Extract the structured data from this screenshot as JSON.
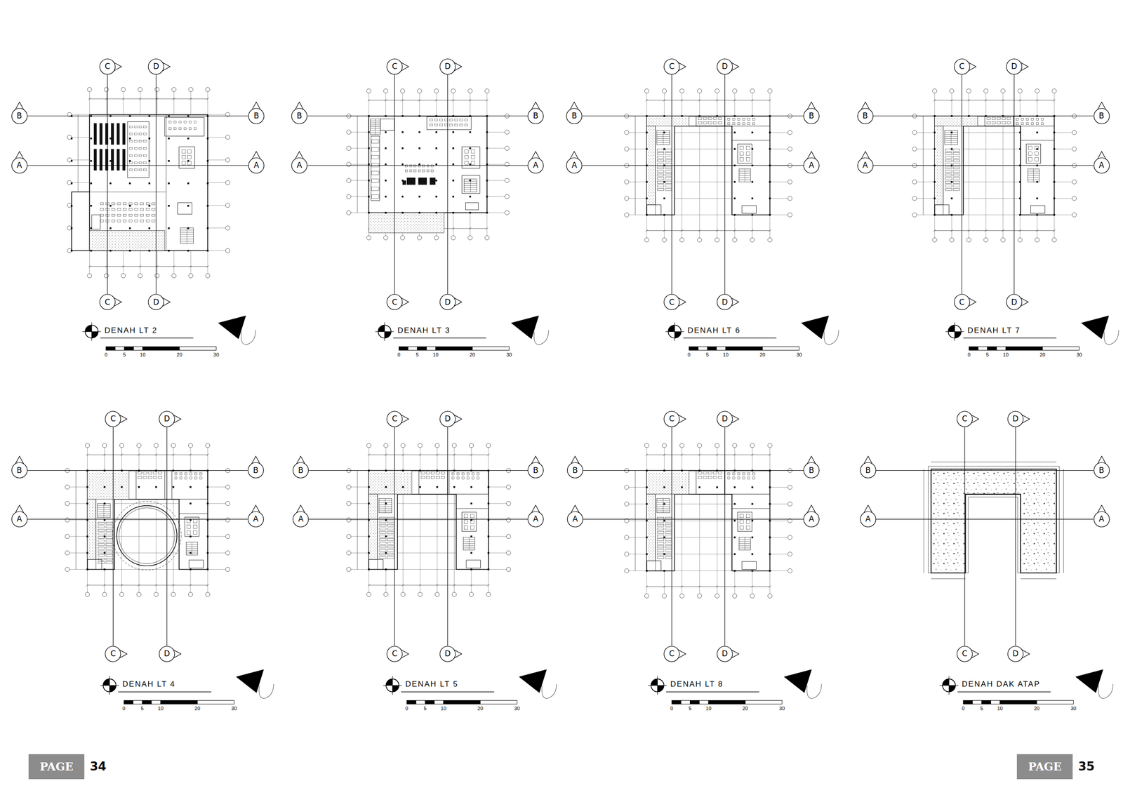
{
  "diagram": {
    "nodes": [
      {
        "text": [
          "C"
        ]
      },
      {
        "text": [
          "D"
        ]
      },
      {
        "text": [
          "B"
        ]
      },
      {
        "text": [
          "B"
        ]
      },
      {
        "text": [
          "A"
        ]
      },
      {
        "text": [
          "A"
        ]
      },
      {
        "text": [
          "C"
        ]
      },
      {
        "text": [
          "D"
        ]
      },
      {
        "text": [
          "C"
        ]
      },
      {
        "text": [
          "D"
        ]
      },
      {
        "text": [
          "B"
        ]
      },
      {
        "text": [
          "B"
        ]
      },
      {
        "text": [
          "A"
        ]
      },
      {
        "text": [
          "A"
        ]
      },
      {
        "text": [
          "C"
        ]
      },
      {
        "text": [
          "D"
        ]
      },
      {
        "text": [
          "C"
        ]
      },
      {
        "text": [
          "D"
        ]
      },
      {
        "text": [
          "B"
        ]
      },
      {
        "text": [
          "B"
        ]
      },
      {
        "text": [
          "A"
        ]
      },
      {
        "text": [
          "A"
        ]
      },
      {
        "text": [
          "C"
        ]
      },
      {
        "text": [
          "D"
        ]
      },
      {
        "text": [
          "C"
        ]
      },
      {
        "text": [
          "D"
        ]
      },
      {
        "text": [
          "B"
        ]
      },
      {
        "text": [
          "B"
        ]
      },
      {
        "text": [
          "A"
        ]
      },
      {
        "text": [
          "A"
        ]
      },
      {
        "text": [
          "C"
        ]
      },
      {
        "text": [
          "D"
        ]
      },
      {
        "text": [
          "C"
        ]
      },
      {
        "text": [
          "D"
        ]
      },
      {
        "text": [
          "B"
        ]
      },
      {
        "text": [
          "B"
        ]
      },
      {
        "text": [
          "A"
        ]
      },
      {
        "text": [
          "A"
        ]
      },
      {
        "text": [
          "C"
        ]
      },
      {
        "text": [
          "D"
        ]
      },
      {
        "text": [
          "C"
        ]
      },
      {
        "text": [
          "D"
        ]
      },
      {
        "text": [
          "B"
        ]
      },
      {
        "text": [
          "B"
        ]
      },
      {
        "text": [
          "A"
        ]
      },
      {
        "text": [
          "A"
        ]
      },
      {
        "text": [
          "C"
        ]
      },
      {
        "text": [
          "D"
        ]
      },
      {
        "text": [
          "C"
        ]
      },
      {
        "text": [
          "D"
        ]
      },
      {
        "text": [
          "B"
        ]
      },
      {
        "text": [
          "B"
        ]
      },
      {
        "text": [
          "A"
        ]
      },
      {
        "text": [
          "A"
        ]
      },
      {
        "text": [
          "C"
        ]
      },
      {
        "text": [
          "D"
        ]
      },
      {
        "text": [
          "C"
        ]
      },
      {
        "text": [
          "D"
        ]
      },
      {
        "text": [
          "B"
        ]
      },
      {
        "text": [
          "B"
        ]
      },
      {
        "text": [
          "A"
        ]
      },
      {
        "text": [
          "A"
        ]
      },
      {
        "text": [
          "C"
        ]
      },
      {
        "text": [
          "D"
        ]
      },
      {
        "text": [
          "PAGE",
          "34"
        ]
      },
      {
        "text": [
          "PAGE",
          "35"
        ]
      }
    ],
    "edges": [
      {
        "from": 2,
        "to": 3,
        "arrow": "none"
      },
      {
        "from": 4,
        "to": 5,
        "arrow": "none"
      },
      {
        "from": 0,
        "to": 6,
        "arrow": "none"
      },
      {
        "from": 1,
        "to": 7,
        "arrow": "none"
      },
      {
        "from": 10,
        "to": 11,
        "arrow": "none"
      },
      {
        "from": 12,
        "to": 13,
        "arrow": "none"
      },
      {
        "from": 8,
        "to": 14,
        "arrow": "none"
      },
      {
        "from": 9,
        "to": 15,
        "arrow": "none"
      },
      {
        "from": 18,
        "to": 19,
        "arrow": "none"
      },
      {
        "from": 20,
        "to": 21,
        "arrow": "none"
      },
      {
        "from": 16,
        "to": 22,
        "arrow": "none"
      },
      {
        "from": 17,
        "to": 23,
        "arrow": "none"
      },
      {
        "from": 26,
        "to": 27,
        "arrow": "none"
      },
      {
        "from": 28,
        "to": 29,
        "arrow": "none"
      },
      {
        "from": 24,
        "to": 30,
        "arrow": "none"
      },
      {
        "from": 25,
        "to": 31,
        "arrow": "none"
      },
      {
        "from": 34,
        "to": 35,
        "arrow": "none"
      },
      {
        "from": 36,
        "to": 37,
        "arrow": "none"
      },
      {
        "from": 32,
        "to": 38,
        "arrow": "none"
      },
      {
        "from": 33,
        "to": 39,
        "arrow": "none"
      },
      {
        "from": 42,
        "to": 43,
        "arrow": "none"
      },
      {
        "from": 44,
        "to": 45,
        "arrow": "none"
      },
      {
        "from": 40,
        "to": 46,
        "arrow": "none"
      },
      {
        "from": 41,
        "to": 47,
        "arrow": "none"
      },
      {
        "from": 50,
        "to": 51,
        "arrow": "none"
      },
      {
        "from": 52,
        "to": 53,
        "arrow": "none"
      },
      {
        "from": 48,
        "to": 54,
        "arrow": "none"
      },
      {
        "from": 49,
        "to": 55,
        "arrow": "none"
      },
      {
        "from": 58,
        "to": 59,
        "arrow": "none"
      },
      {
        "from": 60,
        "to": 61,
        "arrow": "none"
      },
      {
        "from": 56,
        "to": 62,
        "arrow": "none"
      },
      {
        "from": 57,
        "to": 63,
        "arrow": "none"
      }
    ],
    "labels": [
      "DENAH LT 2",
      "0",
      "5",
      "10",
      "20",
      "30",
      "DENAH LT 3",
      "0",
      "5",
      "10",
      "20",
      "30",
      "DENAH LT 6",
      "0",
      "5",
      "10",
      "20",
      "30",
      "DENAH LT 7",
      "0",
      "5",
      "10",
      "20",
      "30",
      "DENAH LT 4",
      "0",
      "5",
      "10",
      "20",
      "30",
      "DENAH LT 5",
      "0",
      "5",
      "10",
      "20",
      "30",
      "DENAH LT 8",
      "0",
      "5",
      "10",
      "20",
      "30",
      "DENAH DAK ATAP",
      "0",
      "5",
      "10",
      "20",
      "30"
    ]
  }
}
